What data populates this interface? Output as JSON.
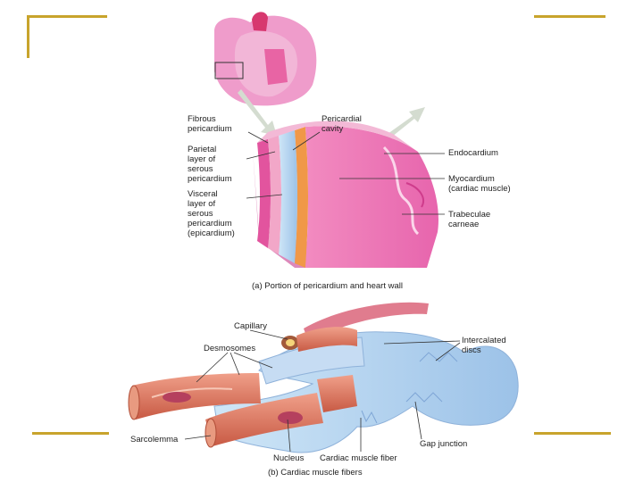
{
  "panel_a": {
    "caption": "(a) Portion of pericardium and heart wall",
    "labels": {
      "fibrous": [
        "Fibrous",
        "pericardium"
      ],
      "parietal": [
        "Parietal",
        "layer of",
        "serous",
        "pericardium"
      ],
      "visceral": [
        "Visceral",
        "layer of",
        "serous",
        "pericardium",
        "(epicardium)"
      ],
      "cavity": [
        "Pericardial",
        "cavity"
      ],
      "endocardium": [
        "Endocardium"
      ],
      "myocardium": [
        "Myocardium",
        "(cardiac muscle)"
      ],
      "trabeculae": [
        "Trabeculae",
        "carneae"
      ]
    }
  },
  "panel_b": {
    "caption": "(b) Cardiac muscle fibers",
    "labels": {
      "capillary": [
        "Capillary"
      ],
      "desmosomes": [
        "Desmosomes"
      ],
      "intercalated": [
        "Intercalated",
        "discs"
      ],
      "sarcolemma": [
        "Sarcolemma"
      ],
      "nucleus": [
        "Nucleus"
      ],
      "fiber": [
        "Cardiac muscle fiber"
      ],
      "gap": [
        "Gap junction"
      ]
    }
  },
  "colors": {
    "frame": "#c8a42c",
    "heart_pink": "#e35aa8",
    "myocardium": "#f07ab8",
    "serous_blue": "#9fd3e0",
    "fiber_blue": "#b8d4f0",
    "muscle_red": "#d8604a"
  }
}
